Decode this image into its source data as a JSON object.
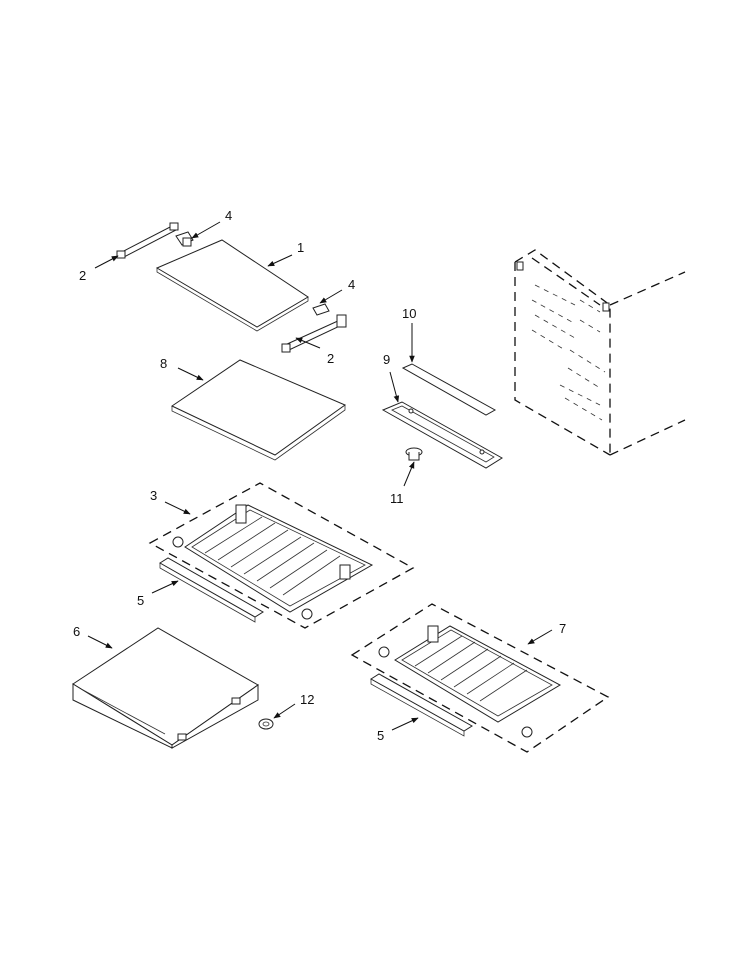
{
  "diagram": {
    "callouts": [
      {
        "id": "c1",
        "label": "1"
      },
      {
        "id": "c2a",
        "label": "2"
      },
      {
        "id": "c2b",
        "label": "2"
      },
      {
        "id": "c3",
        "label": "3"
      },
      {
        "id": "c4a",
        "label": "4"
      },
      {
        "id": "c4b",
        "label": "4"
      },
      {
        "id": "c5a",
        "label": "5"
      },
      {
        "id": "c5b",
        "label": "5"
      },
      {
        "id": "c6",
        "label": "6"
      },
      {
        "id": "c7",
        "label": "7"
      },
      {
        "id": "c8",
        "label": "8"
      },
      {
        "id": "c9",
        "label": "9"
      },
      {
        "id": "c10",
        "label": "10"
      },
      {
        "id": "c11",
        "label": "11"
      },
      {
        "id": "c12",
        "label": "12"
      }
    ]
  }
}
